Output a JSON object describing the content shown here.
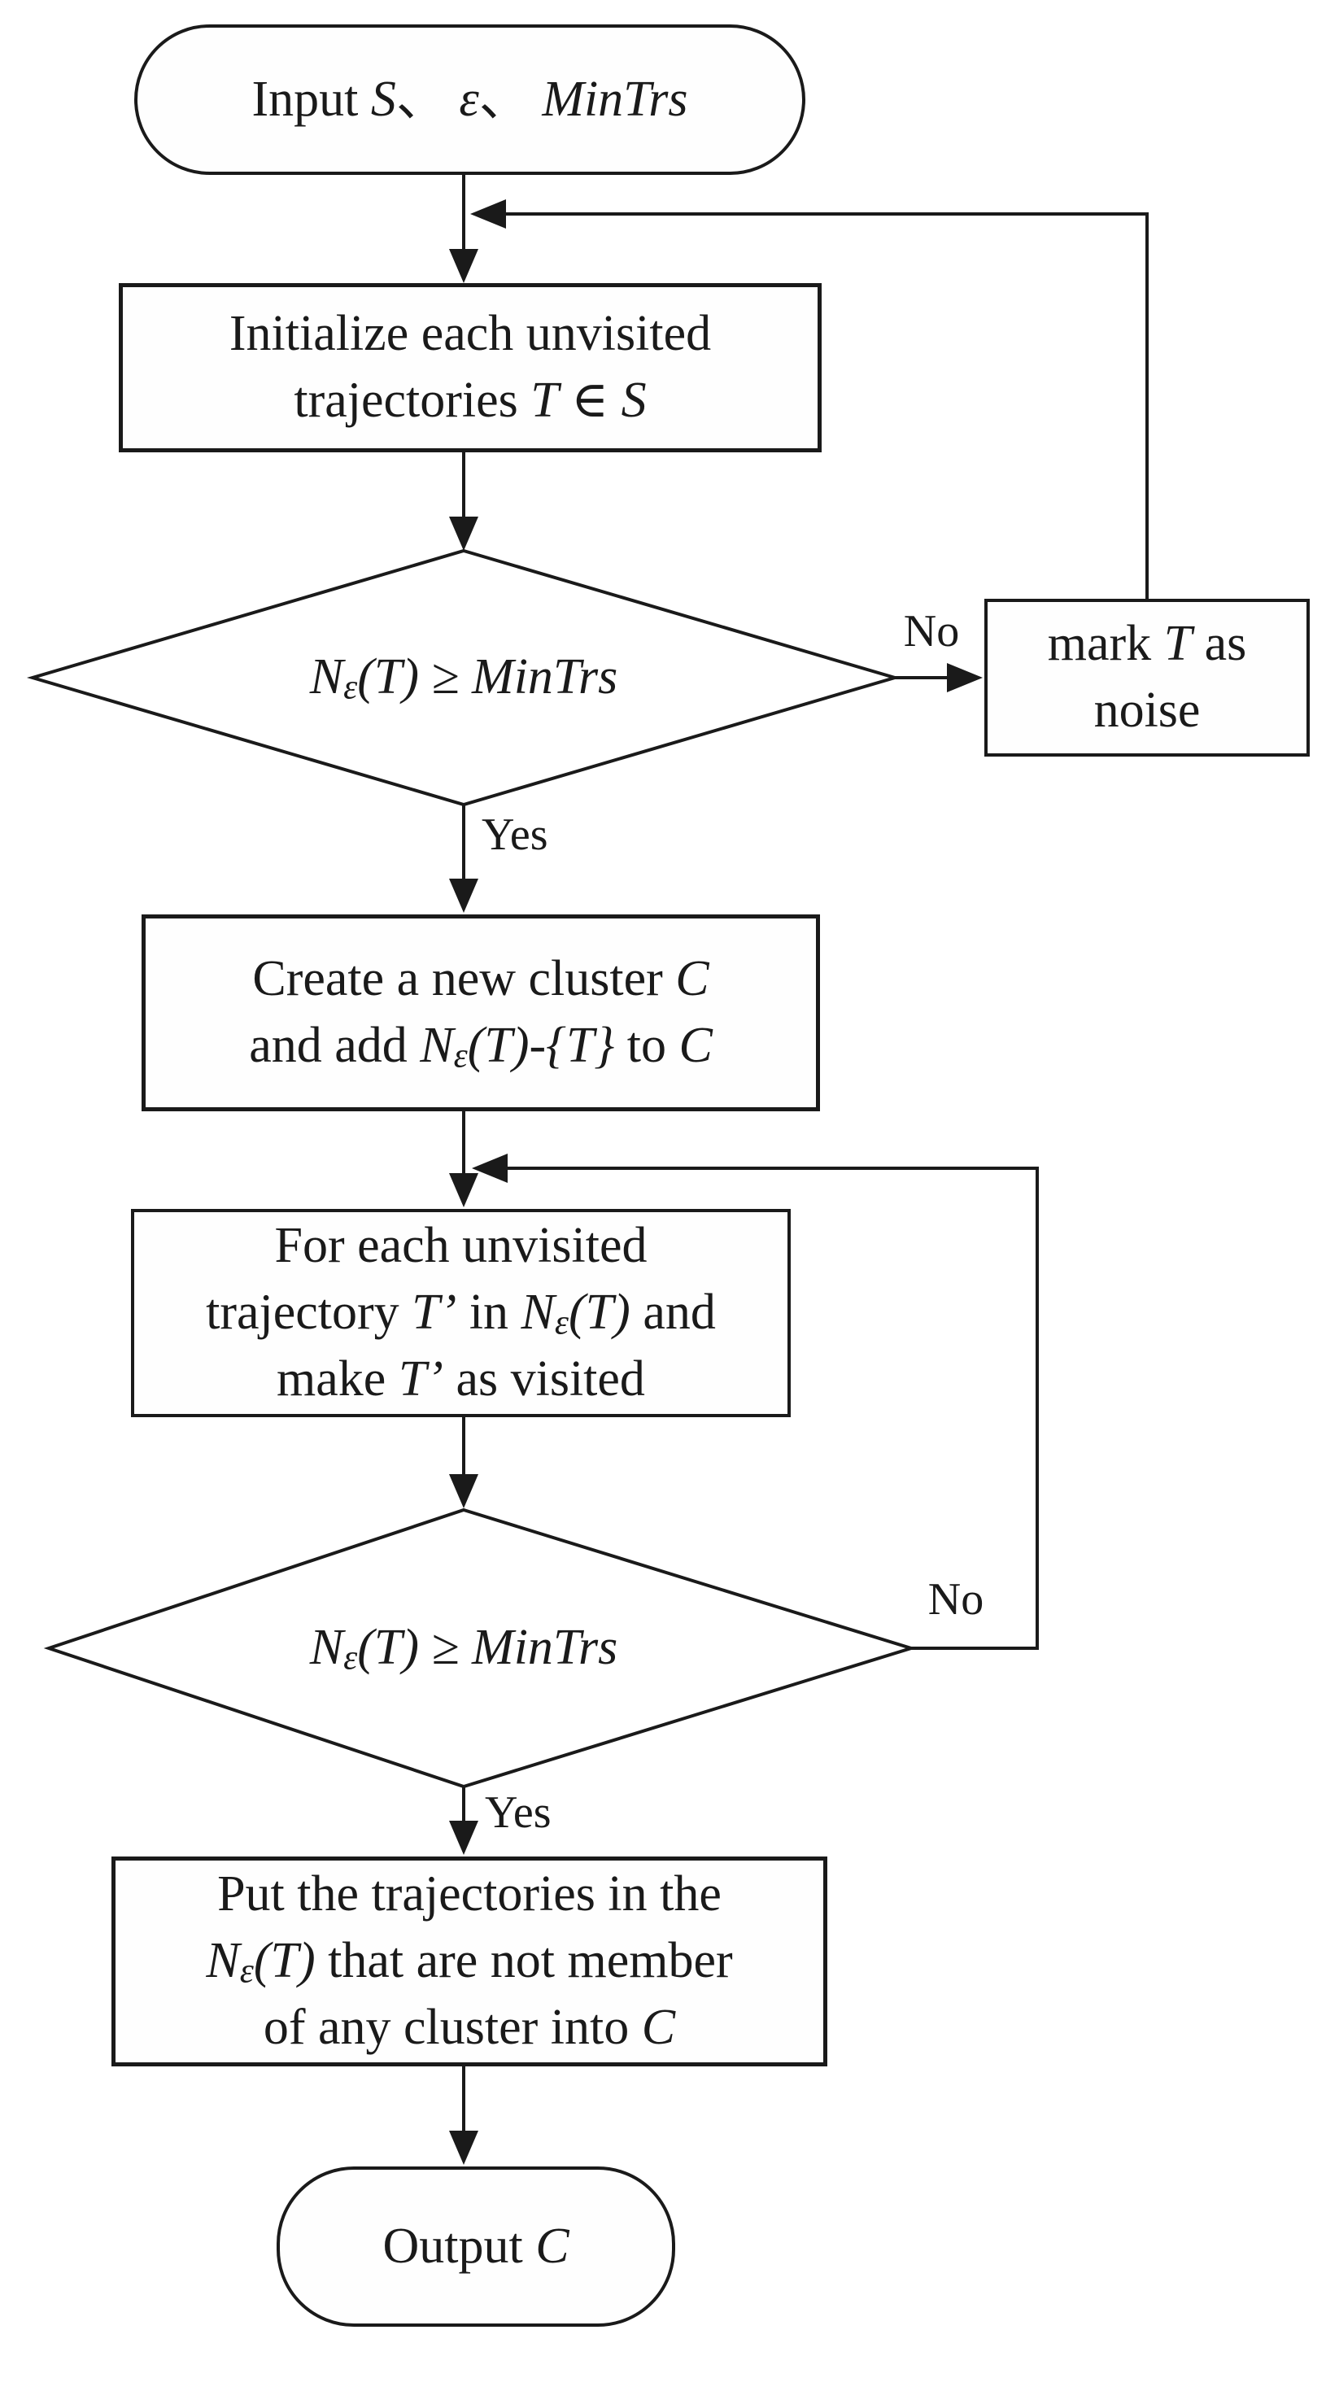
{
  "figure": {
    "background_color": "#ffffff",
    "line_color": "#1a1a1a",
    "kind": "flowchart"
  },
  "nodes": {
    "start": {
      "type": "terminator",
      "text": "Input S、 ε、 MinTrs",
      "lines": [
        [
          {
            "t": "Input "
          },
          {
            "t": "S",
            "i": true
          },
          {
            "t": "、 "
          },
          {
            "t": "ε",
            "i": true
          },
          {
            "t": "、 "
          },
          {
            "t": "MinTrs",
            "i": true
          }
        ]
      ]
    },
    "init": {
      "type": "process",
      "text": "Initialize each unvisited trajectories T ∈ S",
      "lines": [
        [
          {
            "t": "Initialize each unvisited"
          }
        ],
        [
          {
            "t": "trajectories "
          },
          {
            "t": "T",
            "i": true
          },
          {
            "t": " ∈ "
          },
          {
            "t": "S",
            "i": true
          }
        ]
      ]
    },
    "check1": {
      "type": "decision",
      "text": "Nε(T) ≥ MinTrs",
      "lines": [
        [
          {
            "t": "N",
            "i": true
          },
          {
            "t": "ε",
            "i": true,
            "s": true
          },
          {
            "t": "(",
            "i": true
          },
          {
            "t": "T",
            "i": true
          },
          {
            "t": ")",
            "i": true
          },
          {
            "t": " ≥ "
          },
          {
            "t": "MinTrs",
            "i": true
          }
        ]
      ]
    },
    "noise": {
      "type": "process",
      "text": "mark T as noise",
      "lines": [
        [
          {
            "t": "mark "
          },
          {
            "t": "T",
            "i": true
          },
          {
            "t": " as"
          }
        ],
        [
          {
            "t": "noise"
          }
        ]
      ]
    },
    "create": {
      "type": "process",
      "text": "Create a new cluster C and add Nε(T)-{T} to C",
      "lines": [
        [
          {
            "t": "Create a new cluster "
          },
          {
            "t": "C",
            "i": true
          }
        ],
        [
          {
            "t": "and add "
          },
          {
            "t": "N",
            "i": true
          },
          {
            "t": "ε",
            "i": true,
            "s": true
          },
          {
            "t": "(",
            "i": true
          },
          {
            "t": "T",
            "i": true
          },
          {
            "t": ")-{",
            "i": true
          },
          {
            "t": "T",
            "i": true
          },
          {
            "t": "}",
            "i": true
          },
          {
            "t": " to "
          },
          {
            "t": "C",
            "i": true
          }
        ]
      ]
    },
    "foreach": {
      "type": "process",
      "text": "For each unvisited trajectory T’ in Nε(T) and make T’ as visited",
      "lines": [
        [
          {
            "t": "For each unvisited"
          }
        ],
        [
          {
            "t": "trajectory "
          },
          {
            "t": "T’",
            "i": true
          },
          {
            "t": " in "
          },
          {
            "t": "N",
            "i": true
          },
          {
            "t": "ε",
            "i": true,
            "s": true
          },
          {
            "t": "(",
            "i": true
          },
          {
            "t": "T",
            "i": true
          },
          {
            "t": ")",
            "i": true
          },
          {
            "t": " and"
          }
        ],
        [
          {
            "t": "make "
          },
          {
            "t": "T’",
            "i": true
          },
          {
            "t": " as visited"
          }
        ]
      ]
    },
    "check2": {
      "type": "decision",
      "text": "Nε(T) ≥ MinTrs",
      "lines": [
        [
          {
            "t": "N",
            "i": true
          },
          {
            "t": "ε",
            "i": true,
            "s": true
          },
          {
            "t": "(",
            "i": true
          },
          {
            "t": "T",
            "i": true
          },
          {
            "t": ")",
            "i": true
          },
          {
            "t": " ≥ "
          },
          {
            "t": "MinTrs",
            "i": true
          }
        ]
      ]
    },
    "put": {
      "type": "process",
      "text": "Put the trajectories in the Nε(T) that are not member of any cluster into C",
      "lines": [
        [
          {
            "t": "Put the trajectories in the"
          }
        ],
        [
          {
            "t": "N",
            "i": true
          },
          {
            "t": "ε",
            "i": true,
            "s": true
          },
          {
            "t": "(",
            "i": true
          },
          {
            "t": "T",
            "i": true
          },
          {
            "t": ")",
            "i": true
          },
          {
            "t": " that are not member"
          }
        ],
        [
          {
            "t": "of any cluster into "
          },
          {
            "t": "C",
            "i": true
          }
        ]
      ]
    },
    "end": {
      "type": "terminator",
      "text": "Output C",
      "lines": [
        [
          {
            "t": "Output "
          },
          {
            "t": "C",
            "i": true
          }
        ]
      ]
    }
  },
  "edge_labels": {
    "no1": "No",
    "yes1": "Yes",
    "no2": "No",
    "yes2": "Yes"
  }
}
